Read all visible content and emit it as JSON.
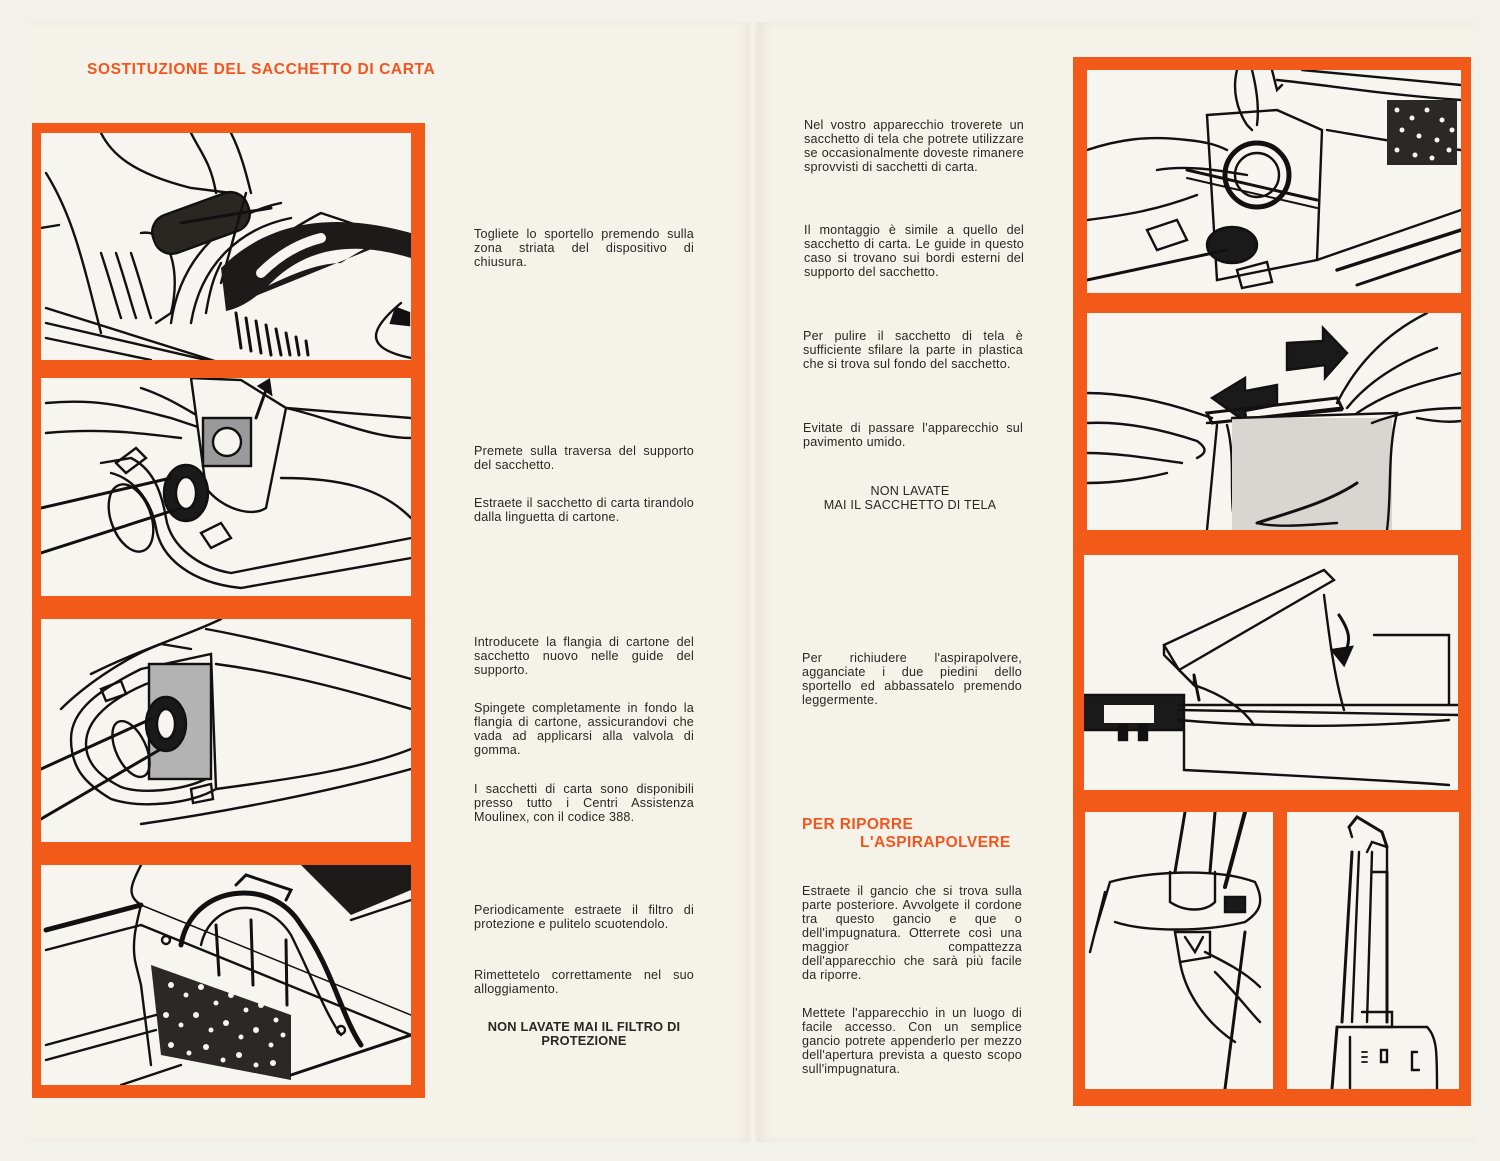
{
  "document": {
    "language": "it",
    "accent_color": "#f25a1a",
    "left_page": {
      "title": "SOSTITUZIONE DEL SACCHETTO DI CARTA",
      "panels": [
        {
          "illustration": "hands-opening-vacuum-lid"
        },
        {
          "illustration": "removing-paper-bag-from-holder"
        },
        {
          "illustration": "inserting-new-bag-flange"
        },
        {
          "illustration": "protection-filter-foam"
        }
      ],
      "paragraphs": [
        "Togliete lo sportello premendo sulla zona striata del dispositivo di chiusura.",
        "Premete sulla traversa del supporto del sacchetto.",
        "Estraete il sacchetto di carta tirandolo dalla linguetta di cartone.",
        "Introducete la flangia di cartone del sacchetto nuovo nelle guide del supporto.",
        "Spingete completamente in fondo la flangia di cartone, assicurandovi che vada ad applicarsi alla valvola di gomma.",
        "I sacchetti di carta sono disponibili presso tutto i Centri Assistenza Moulinex, con il codice 388.",
        "Periodicamente estraete il filtro di protezione e pulitelo scuotendolo.",
        "Rimettetelo correttamente nel suo alloggiamento."
      ],
      "warning": "NON LAVATE MAI IL FILTRO DI PROTEZIONE"
    },
    "right_page": {
      "paragraphs": [
        "Nel vostro apparecchio troverete un sacchetto di tela che potrete utilizzare se occasionalmente doveste rimanere sprovvisti di sacchetti di carta.",
        "Il montaggio è simile a quello del sacchetto di carta. Le guide in questo caso si trovano sui bordi esterni del supporto del sacchetto.",
        "Per pulire il sacchetto di tela è sufficiente sfilare la parte in plastica che si trova sul fondo del sacchetto.",
        "Evitate di passare l'apparecchio sul pavimento umido."
      ],
      "warning_line1": "NON LAVATE",
      "warning_line2": "MAI IL SACCHETTO DI TELA",
      "closing_paragraph": "Per richiudere l'aspirapolvere, agganciate i due piedini dello sportello ed abbassatelo premendo leggermente.",
      "storage_heading_line1": "PER RIPORRE",
      "storage_heading_line2": "L'ASPIRAPOLVERE",
      "storage_paragraphs": [
        "Estraete il gancio che si trova sulla parte posteriore. Avvolgete il cordone tra questo gancio e que o dell'impugnatura. Otterrete così una maggior compattezza dell'apparecchio che sarà più facile da riporre.",
        "Mettete l'apparecchio in un luogo di facile accesso. Con un semplice gancio potrete appenderlo per mezzo dell'apertura prevista a questo scopo sull'impugnatura."
      ],
      "panels": [
        {
          "illustration": "cloth-bag-holder-with-filter"
        },
        {
          "illustration": "sliding-plastic-strip-arrows"
        },
        {
          "illustration": "closing-lid-arrow"
        },
        {
          "illustration": "cord-hook-at-handle"
        },
        {
          "illustration": "vacuum-standing-with-hook"
        }
      ]
    }
  }
}
